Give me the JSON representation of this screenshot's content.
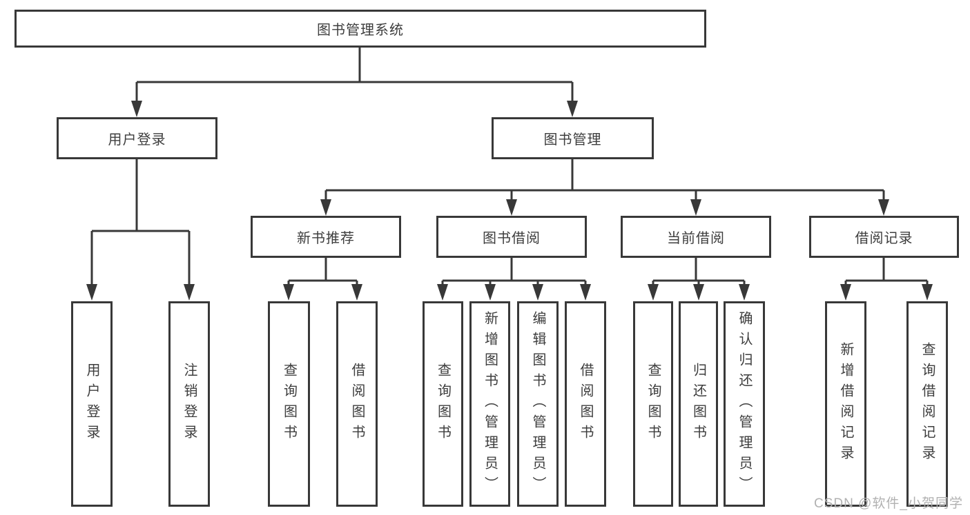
{
  "nodes": {
    "root": {
      "label": "图书管理系统"
    },
    "level2": [
      {
        "label": "用户登录",
        "parent": "图书管理系统"
      },
      {
        "label": "图书管理",
        "parent": "图书管理系统"
      }
    ],
    "level3": [
      {
        "label": "新书推荐",
        "parent": "图书管理"
      },
      {
        "label": "图书借阅",
        "parent": "图书管理"
      },
      {
        "label": "当前借阅",
        "parent": "图书管理"
      },
      {
        "label": "借阅记录",
        "parent": "图书管理"
      }
    ],
    "level4": [
      {
        "label": "用户登录",
        "parent": "用户登录"
      },
      {
        "label": "注销登录",
        "parent": "用户登录"
      },
      {
        "label": "查询图书",
        "parent": "新书推荐"
      },
      {
        "label": "借阅图书",
        "parent": "新书推荐"
      },
      {
        "label": "查询图书",
        "parent": "图书借阅"
      },
      {
        "label": "新增图书（管理员）",
        "parent": "图书借阅"
      },
      {
        "label": "编辑图书（管理员）",
        "parent": "图书借阅"
      },
      {
        "label": "借阅图书",
        "parent": "图书借阅"
      },
      {
        "label": "查询图书",
        "parent": "当前借阅"
      },
      {
        "label": "归还图书",
        "parent": "当前借阅"
      },
      {
        "label": "确认归还（管理员）",
        "parent": "当前借阅"
      },
      {
        "label": "新增借阅记录",
        "parent": "借阅记录"
      },
      {
        "label": "查询借阅记录",
        "parent": "借阅记录"
      }
    ]
  },
  "watermark": {
    "text": "CSDN @软件_小贺同学"
  },
  "colors": {
    "line": "#383838",
    "text": "#3d3d3d",
    "watermark": "#b1b1b1",
    "background": "#ffffff"
  }
}
